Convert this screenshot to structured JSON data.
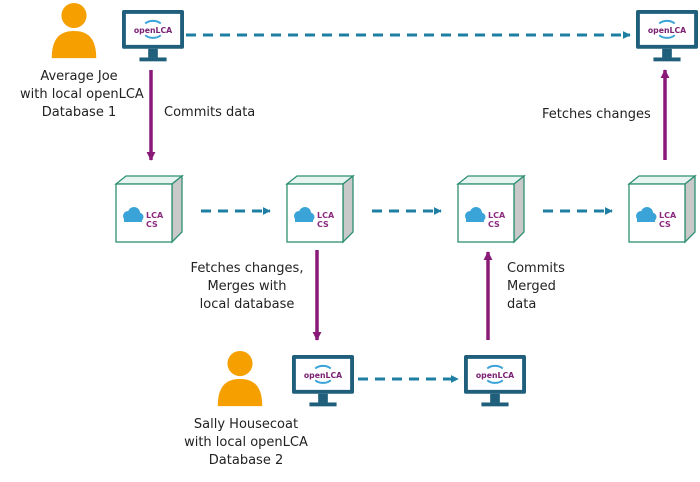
{
  "colors": {
    "arrow_teal": "#1e7fa3",
    "arrow_purple": "#8a1a78",
    "person": "#f5a000",
    "monitor": "#1f5f7c",
    "cube_face": "#ffffff",
    "cube_side": "#c9c9c9",
    "cube_edge": "#2f8f74",
    "cloud": "#3aa3d8",
    "lca_text": "#8b2a7f",
    "openlca_text": "#7a2173"
  },
  "nodes": {
    "monitor_label": "openLCA",
    "cube_label_top": "LCA",
    "cube_label_bottom": "CS"
  },
  "users": {
    "joe": {
      "lines": [
        "Average Joe",
        "with local openLCA",
        "Database 1"
      ]
    },
    "sally": {
      "lines": [
        "Sally Housecoat",
        "with local openLCA",
        "Database 2"
      ]
    }
  },
  "edges": {
    "commits_data": "Commits data",
    "fetches_changes_top": "Fetches changes",
    "fetch_merge": [
      "Fetches changes,",
      "Merges with",
      "local database"
    ],
    "commits_merged": [
      "Commits",
      "Merged",
      "data"
    ]
  }
}
